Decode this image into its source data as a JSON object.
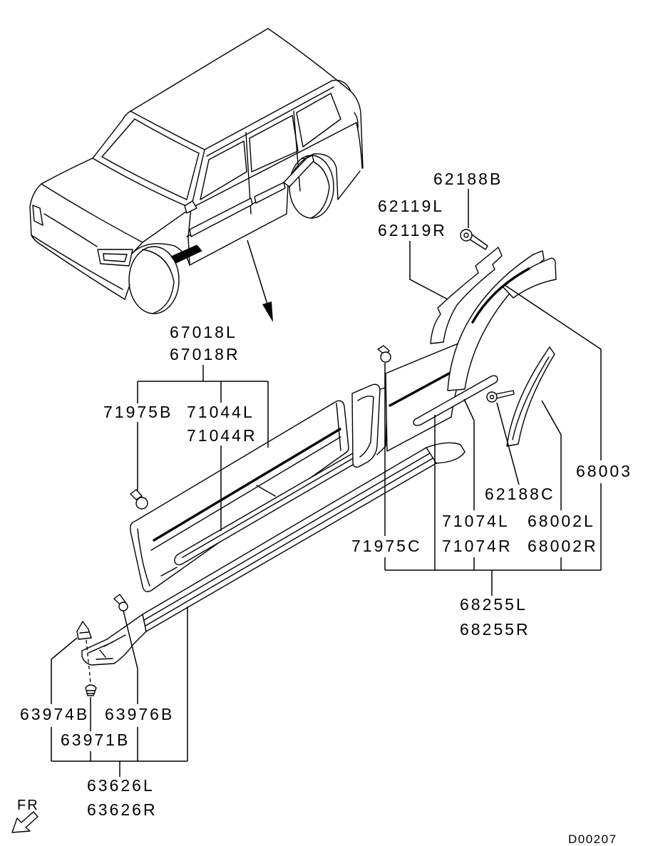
{
  "callouts": [
    "62188B",
    "62119L",
    "62119R",
    "67018L",
    "67018R",
    "71975B",
    "71044L",
    "71044R",
    "68003",
    "62188C",
    "71074L",
    "68002L",
    "71975C",
    "71074R",
    "68002R",
    "68255L",
    "68255R",
    "63974B",
    "63976B",
    "63971B",
    "63626L",
    "63626R"
  ],
  "direction_label": "FR",
  "diagram_code": "D00207",
  "colors": {
    "line": "#000000",
    "background": "#ffffff"
  }
}
